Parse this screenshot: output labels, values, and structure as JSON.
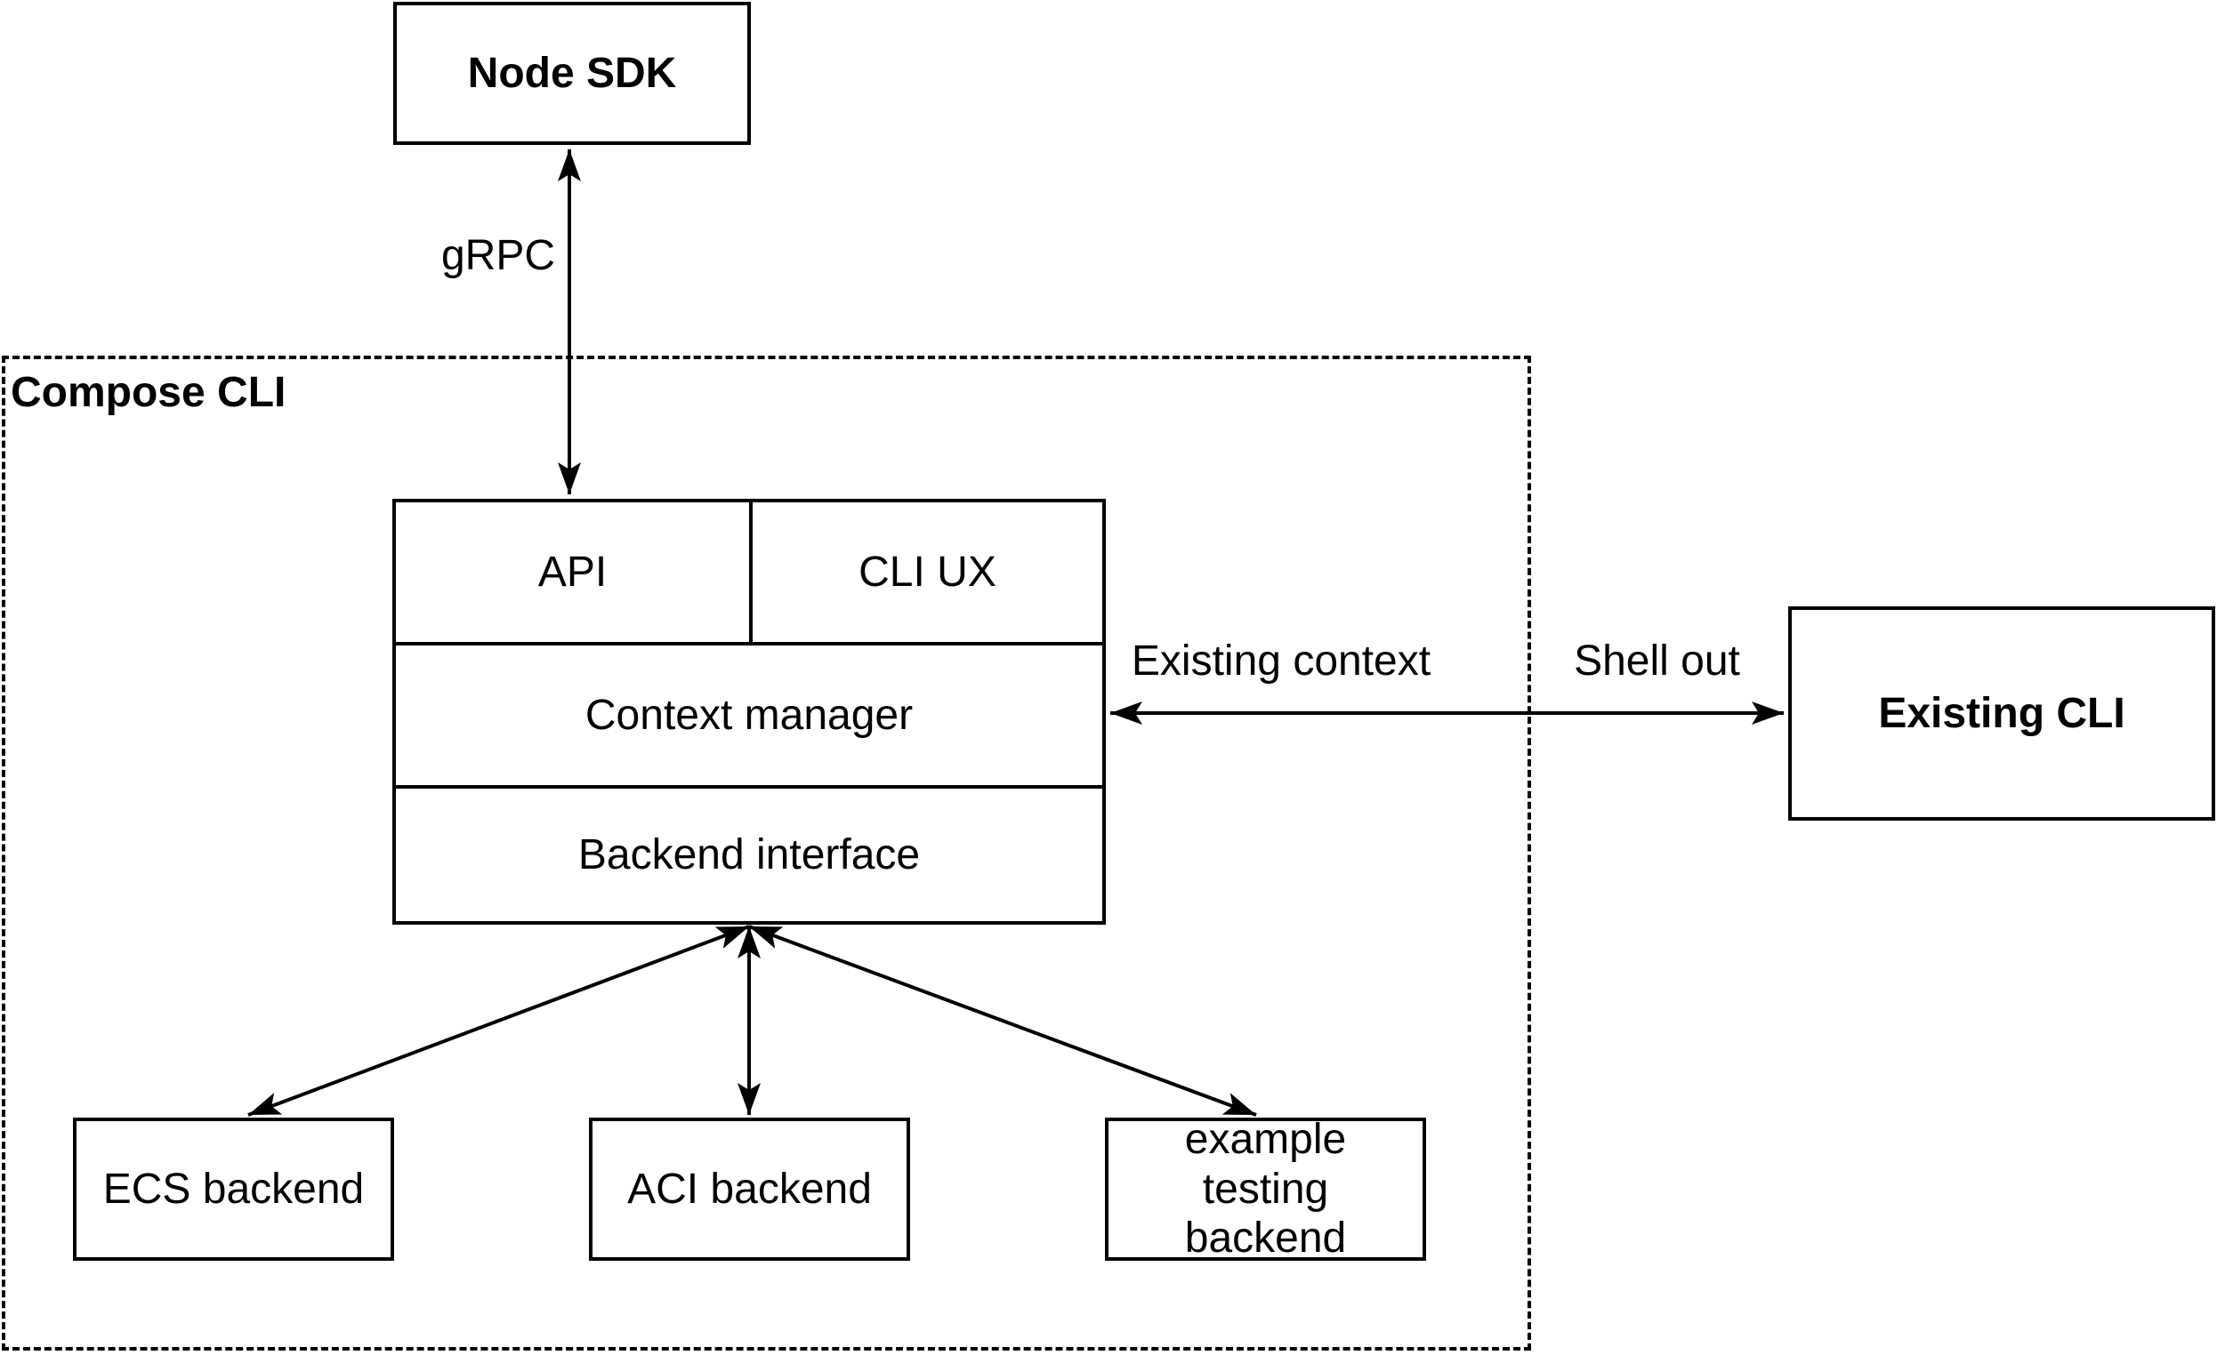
{
  "diagram": {
    "type": "architecture-diagram",
    "colors": {
      "stroke": "#000000",
      "background": "#ffffff"
    }
  },
  "nodes": {
    "node_sdk": {
      "label": "Node SDK"
    },
    "compose_container": {
      "label": "Compose CLI"
    },
    "core": {
      "api": {
        "label": "API"
      },
      "cli_ux": {
        "label": "CLI UX"
      },
      "context_manager": {
        "label": "Context manager"
      },
      "backend_interface": {
        "label": "Backend interface"
      }
    },
    "ecs_backend": {
      "label": "ECS backend"
    },
    "aci_backend": {
      "label": "ACI backend"
    },
    "example_testing_backend": {
      "label": "example testing backend"
    },
    "existing_cli": {
      "label": "Existing CLI"
    }
  },
  "edges": {
    "grpc": {
      "label": "gRPC",
      "from": "node_sdk",
      "to": "core.api",
      "direction": "bidirectional"
    },
    "context": {
      "label_left": "Existing context",
      "label_right": "Shell out",
      "from": "core.context_manager",
      "to": "existing_cli",
      "direction": "bidirectional"
    },
    "backend_ecs": {
      "from": "core.backend_interface",
      "to": "ecs_backend",
      "direction": "bidirectional"
    },
    "backend_aci": {
      "from": "core.backend_interface",
      "to": "aci_backend",
      "direction": "bidirectional"
    },
    "backend_example": {
      "from": "core.backend_interface",
      "to": "example_testing_backend",
      "direction": "bidirectional"
    }
  }
}
